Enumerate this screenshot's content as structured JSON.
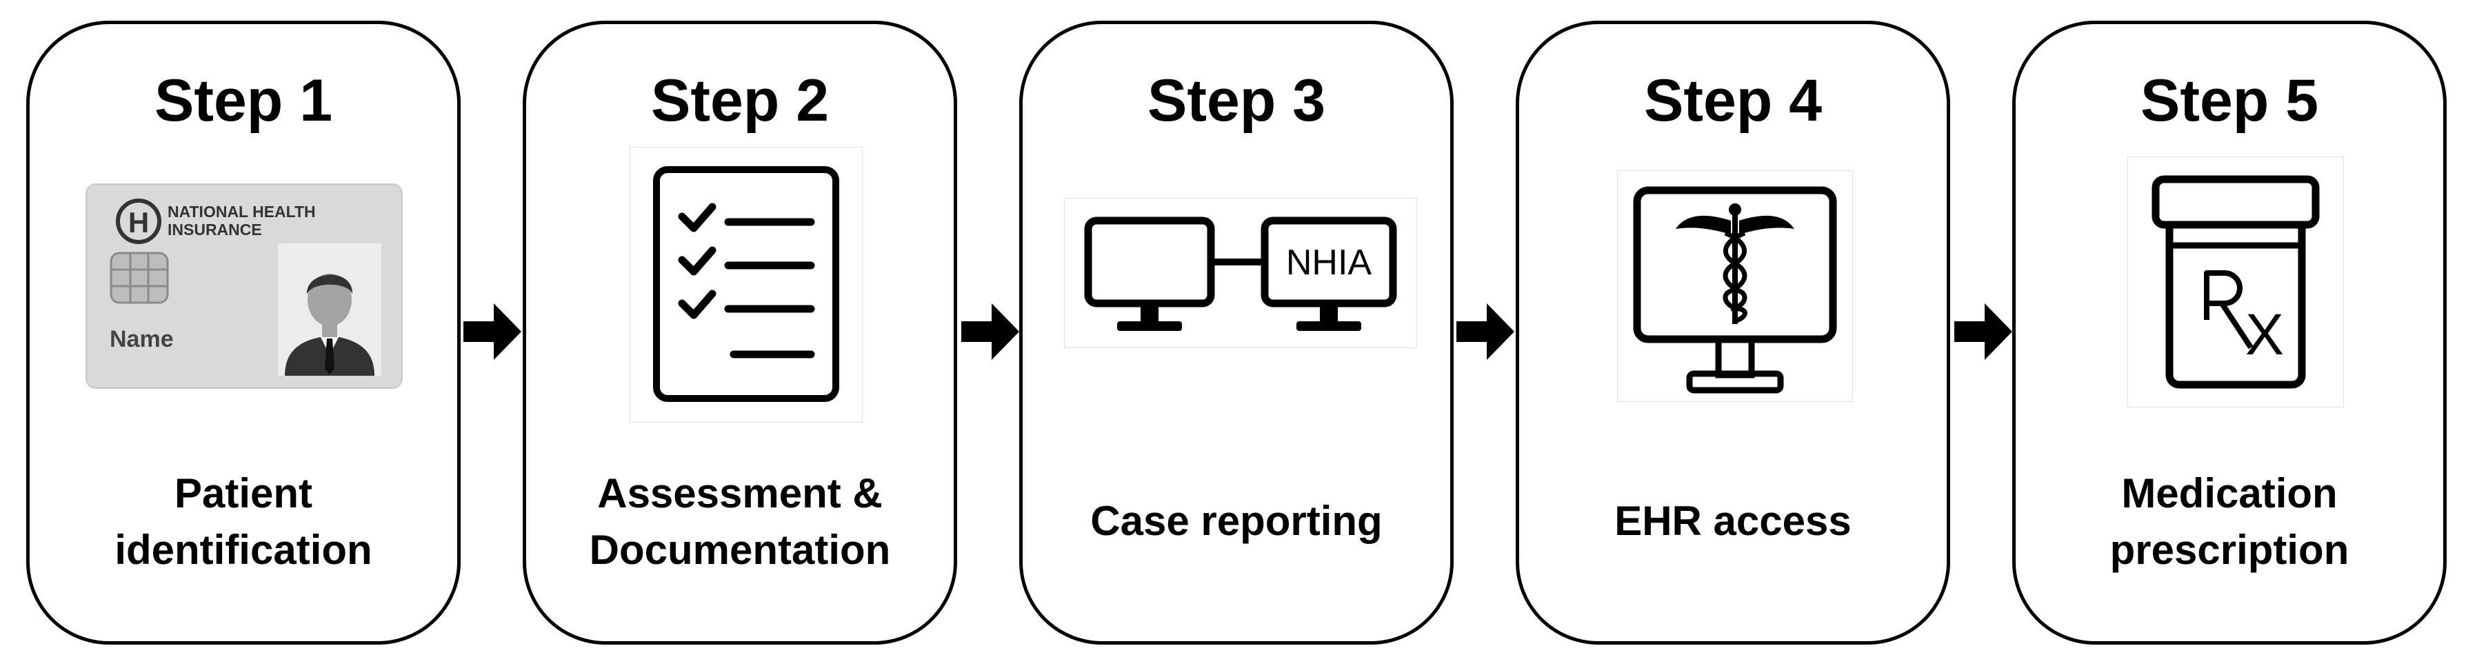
{
  "steps": [
    {
      "title": "Step 1",
      "caption_lines": [
        "Patient",
        "identification"
      ],
      "icon": "insurance-card-icon",
      "card": {
        "org_line1": "NATIONAL HEALTH",
        "org_line2": "INSURANCE",
        "name_label": "Name"
      }
    },
    {
      "title": "Step 2",
      "caption_lines": [
        "Assessment &",
        "Documentation"
      ],
      "icon": "checklist-clipboard-icon"
    },
    {
      "title": "Step 3",
      "caption_lines": [
        "Case reporting"
      ],
      "icon": "connected-computers-icon",
      "monitor_label": "NHIA"
    },
    {
      "title": "Step 4",
      "caption_lines": [
        "EHR access"
      ],
      "icon": "caduceus-monitor-icon"
    },
    {
      "title": "Step 5",
      "caption_lines": [
        "Medication",
        "prescription"
      ],
      "icon": "rx-pill-bottle-icon",
      "rx_label": "X"
    }
  ],
  "arrow_icon": "right-arrow-icon",
  "colors": {
    "stroke": "#000000",
    "card_bg": "#d9d9d9",
    "background": "#ffffff"
  }
}
